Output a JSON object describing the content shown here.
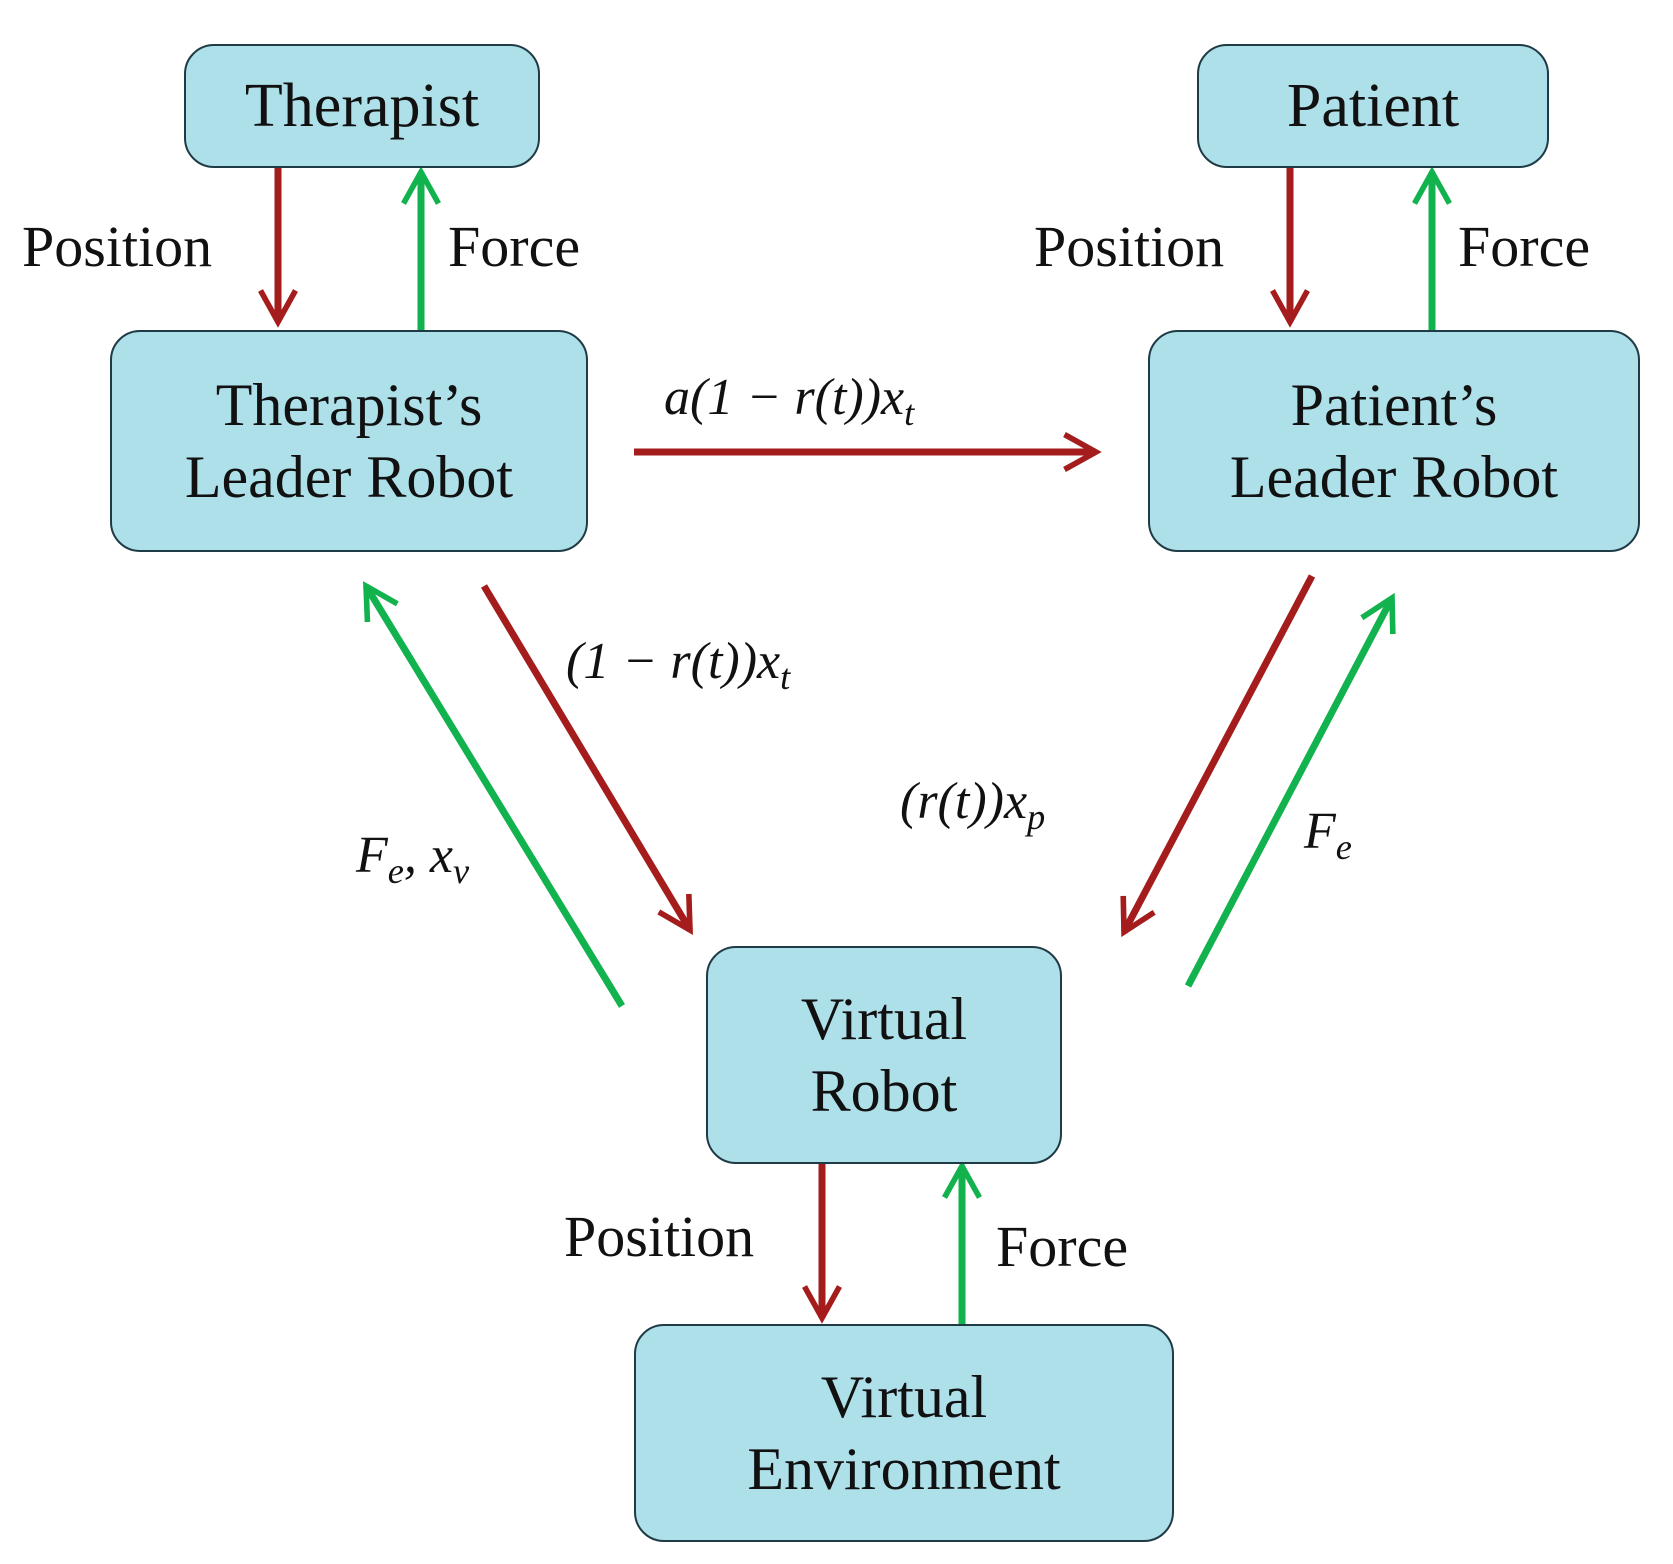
{
  "colors": {
    "box_fill": "#aee0ea",
    "position_arrow": "#a51c1c",
    "force_arrow": "#12b24e"
  },
  "nodes": {
    "therapist": {
      "lines": [
        "Therapist"
      ]
    },
    "patient": {
      "lines": [
        "Patient"
      ]
    },
    "therapist_leader": {
      "lines": [
        "Therapist’s",
        "Leader Robot"
      ]
    },
    "patient_leader": {
      "lines": [
        "Patient’s",
        "Leader Robot"
      ]
    },
    "virtual_robot": {
      "lines": [
        "Virtual",
        "Robot"
      ]
    },
    "virtual_environment": {
      "lines": [
        "Virtual",
        "Environment"
      ]
    }
  },
  "labels": {
    "tl_position": "Position",
    "tl_force": "Force",
    "tr_position": "Position",
    "tr_force": "Force",
    "bottom_position": "Position",
    "bottom_force": "Force",
    "top_mid": {
      "main": "a(1 − r(t))x",
      "sub": "t"
    },
    "mid_left": {
      "main": "(1 − r(t))x",
      "sub": "t"
    },
    "mid_right": {
      "main": "(r(t))x",
      "sub": "p"
    },
    "left_fe": {
      "main1": "F",
      "sub1": "e",
      "main2": ", x",
      "sub2": "v"
    },
    "right_fe": {
      "main": "F",
      "sub": "e"
    }
  }
}
